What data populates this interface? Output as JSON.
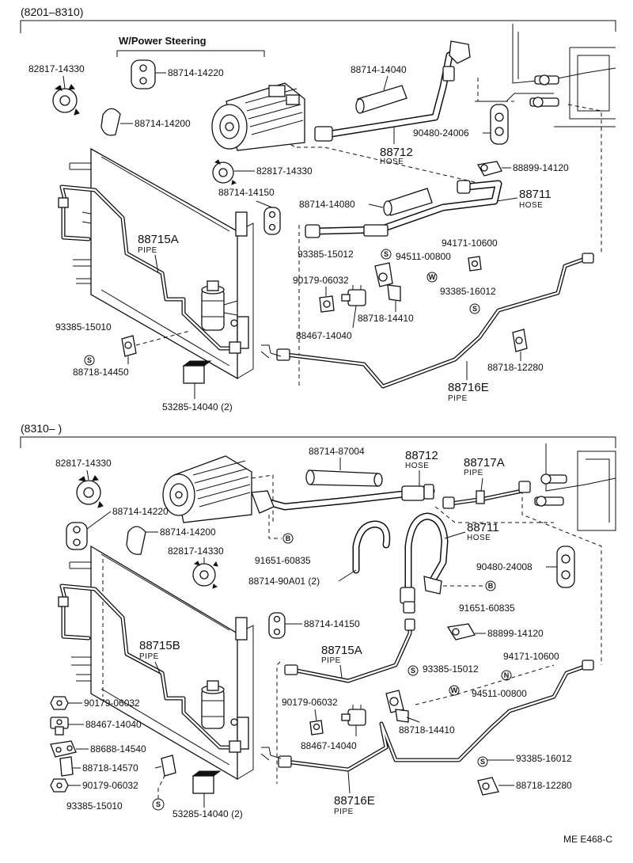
{
  "sections": [
    {
      "range": "(8201–8310)",
      "note": "W/Power Steering"
    },
    {
      "range": "(8310–      )"
    }
  ],
  "diagram_code": "ME E468-C",
  "symbols": {
    "s": "S",
    "w": "W",
    "b": "B",
    "n": "N"
  },
  "section1": {
    "p82817_14330_a": "82817-14330",
    "p88714_14220": "88714-14220",
    "p88714_14200": "88714-14200",
    "p88714_14040": "88714-14040",
    "p90480_24006": "90480-24006",
    "p88712": "88712",
    "p88712_sub": "HOSE",
    "p82817_14330_b": "82817-14330",
    "p88899_14120": "88899-14120",
    "p88714_14150": "88714-14150",
    "p88711": "88711",
    "p88711_sub": "HOSE",
    "p88714_14080": "88714-14080",
    "p88715A": "88715A",
    "p88715A_sub": "PIPE",
    "p94171_10600": "94171-10600",
    "p93385_15012": "93385-15012",
    "p94511_00800": "94511-00800",
    "p90179_06032": "90179-06032",
    "p93385_16012": "93385-16012",
    "p88718_14410": "88718-14410",
    "p88467_14040": "88467-14040",
    "p93385_15010": "93385-15010",
    "p88718_14450": "88718-14450",
    "p88718_12280": "88718-12280",
    "p88716E": "88716E",
    "p88716E_sub": "PIPE",
    "p53285_14040": "53285-14040 (2)"
  },
  "section2": {
    "p82817_14330_a": "82817-14330",
    "p88714_87004": "88714-87004",
    "p88712": "88712",
    "p88712_sub": "HOSE",
    "p88717A": "88717A",
    "p88717A_sub": "PIPE",
    "p88714_14220": "88714-14220",
    "p88714_14200": "88714-14200",
    "p88711": "88711",
    "p88711_sub": "HOSE",
    "p82817_14330_b": "82817-14330",
    "p91651_60835_a": "91651-60835",
    "p90480_24008": "90480-24008",
    "p88714_90A01": "88714-90A01 (2)",
    "p91651_60835_b": "91651-60835",
    "p88714_14150": "88714-14150",
    "p88899_14120": "88899-14120",
    "p88715B": "88715B",
    "p88715B_sub": "PIPE",
    "p88715A": "88715A",
    "p88715A_sub": "PIPE",
    "p93385_15012": "93385-15012",
    "p94171_10600": "94171-10600",
    "p94511_00800": "94511-00800",
    "p90179_06032_a": "90179-06032",
    "p90179_06032_b": "90179-06032",
    "p88718_14410": "88718-14410",
    "p88467_14040_a": "88467-14040",
    "p88467_14040_b": "88467-14040",
    "p88688_14540": "88688-14540",
    "p88718_14570": "88718-14570",
    "p90179_06032_c": "90179-06032",
    "p93385_16012": "93385-16012",
    "p93385_15010": "93385-15010",
    "p53285_14040": "53285-14040 (2)",
    "p88716E": "88716E",
    "p88716E_sub": "PIPE",
    "p88718_12280": "88718-12280"
  }
}
